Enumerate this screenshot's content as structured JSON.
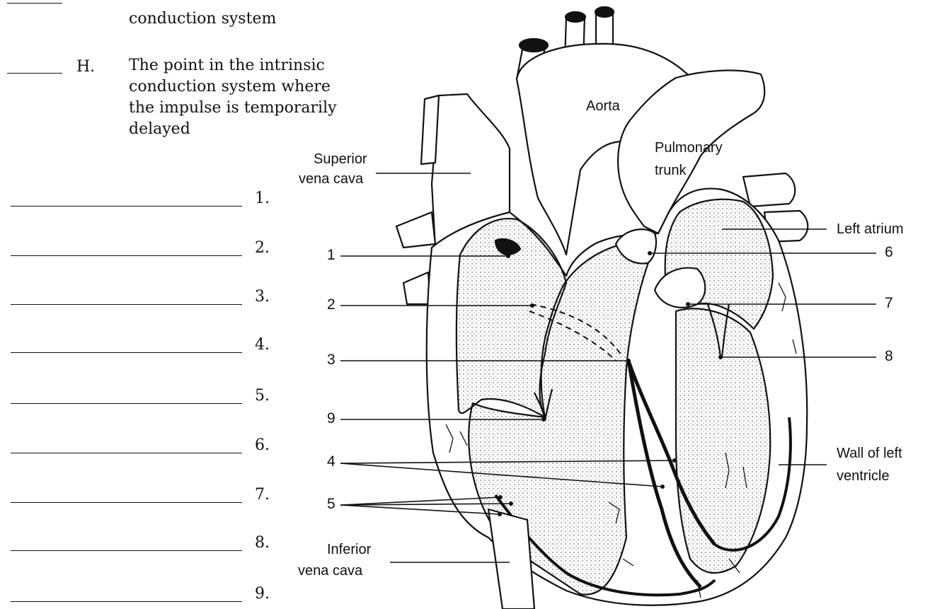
{
  "questions": {
    "g_text": "conduction system",
    "h_letter": "H.",
    "h_lines": [
      "The point in the intrinsic",
      "conduction system where",
      "the impulse is temporarily",
      "delayed"
    ]
  },
  "answer_numbers": [
    "1.",
    "2.",
    "3.",
    "4.",
    "5.",
    "6.",
    "7.",
    "8.",
    "9."
  ],
  "labels": {
    "aorta": "Aorta",
    "pulmonary_trunk": [
      "Pulmonary",
      "trunk"
    ],
    "superior_vena_cava": [
      "Superior",
      "vena cava"
    ],
    "inferior_vena_cava": [
      "Inferior",
      "vena cava"
    ],
    "left_atrium": "Left atrium",
    "wall_left_ventricle": [
      "Wall of left",
      "ventricle"
    ]
  },
  "callouts": {
    "left": [
      "1",
      "2",
      "3",
      "9",
      "4",
      "5"
    ],
    "right": [
      "6",
      "7",
      "8"
    ]
  }
}
